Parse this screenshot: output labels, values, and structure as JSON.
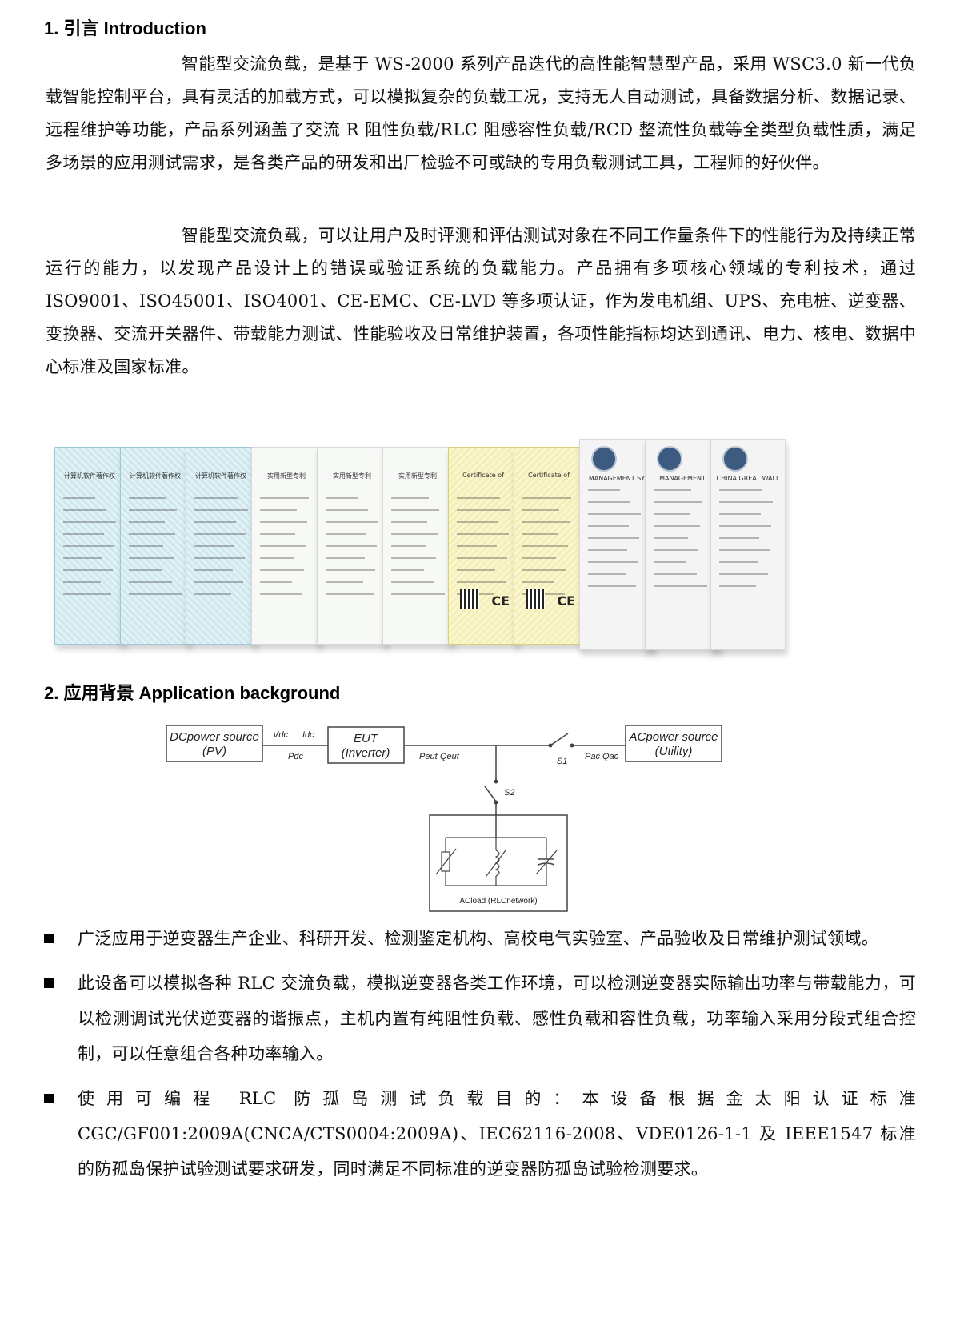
{
  "section1": {
    "heading": "1.  引言 Introduction",
    "para1": "智能型交流负载，是基于 WS-2000 系列产品迭代的高性能智慧型产品，采用 WSC3.0 新一代负载智能控制平台，具有灵活的加载方式，可以模拟复杂的负载工况，支持无人自动测试，具备数据分析、数据记录、远程维护等功能，产品系列涵盖了交流 R 阻性负载/RLC 阻感容性负载/RCD 整流性负载等全类型负载性质，满足多场景的应用测试需求，是各类产品的研发和出厂检验不可或缺的专用负载测试工具，工程师的好伙伴。",
    "para2": "智能型交流负载，可以让用户及时评测和评估测试对象在不同工作量条件下的性能行为及持续正常运行的能力，以发现产品设计上的错误或验证系统的负载能力。产品拥有多项核心领域的专利技术，通过 ISO9001、ISO45001、ISO4001、CE-EMC、CE-LVD 等多项认证，作为发电机组、UPS、充电桩、逆变器、变换器、交流开关器件、带载能力测试、性能验收及日常维护装置，各项性能指标均达到通讯、电力、核电、数据中心标准及国家标准。"
  },
  "certificates": [
    {
      "style": "blue",
      "title": "计算机软件著作权"
    },
    {
      "style": "blue",
      "title": "计算机软件著作权"
    },
    {
      "style": "blue",
      "title": "计算机软件著作权"
    },
    {
      "style": "white",
      "title": "实用新型专利"
    },
    {
      "style": "white",
      "title": "实用新型专利"
    },
    {
      "style": "white",
      "title": "实用新型专利"
    },
    {
      "style": "yellow",
      "title": "Certificate of"
    },
    {
      "style": "yellow",
      "title": "Certificate of"
    },
    {
      "style": "gray",
      "title": "MANAGEMENT SY"
    },
    {
      "style": "gray",
      "title": "MANAGEMENT"
    },
    {
      "style": "gray",
      "title": "CHINA GREAT WALL"
    }
  ],
  "section2": {
    "heading": "2.  应用背景 Application background",
    "diagram": {
      "dc_source_line1": "DCpower source",
      "dc_source_line2": "(PV)",
      "vdc": "Vdc",
      "idc": "Idc",
      "pdc": "Pdc",
      "eut_line1": "EUT",
      "eut_line2": "(Inverter)",
      "peut": "Peut",
      "qeut": "Qeut",
      "s1": "S1",
      "pac": "Pac",
      "qac": "Qac",
      "ac_source_line1": "ACpower source",
      "ac_source_line2": "(Utility)",
      "s2": "S2",
      "acload": "ACload (RLCnetwork)"
    },
    "bullets": [
      "广泛应用于逆变器生产企业、科研开发、检测鉴定机构、高校电气实验室、产品验收及日常维护测试领域。",
      "此设备可以模拟各种 RLC 交流负载，模拟逆变器各类工作环境，可以检测逆变器实际输出功率与带载能力，可以检测调试光伏逆变器的谐振点，主机内置有纯阻性负载、感性负载和容性负载，功率输入采用分段式组合控制，可以任意组合各种功率输入。",
      "使用可编程 RLC 防孤岛测试负载目的：本设备根据金太阳认证标准 CGC/GF001:2009A(CNCA/CTS0004:2009A)、IEC62116-2008、VDE0126-1-1 及 IEEE1547 标准的防孤岛保护试验测试要求研发，同时满足不同标准的逆变器防孤岛试验检测要求。"
    ]
  }
}
